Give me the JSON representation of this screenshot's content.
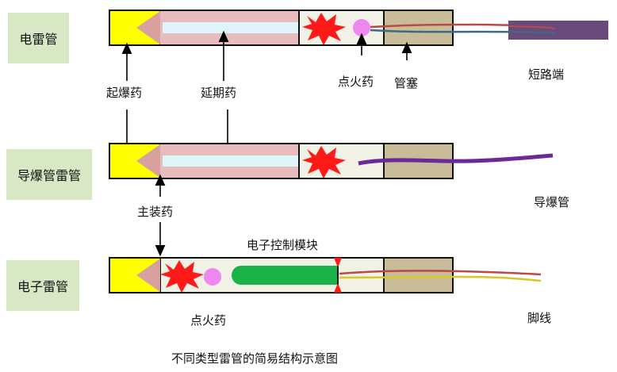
{
  "types": {
    "electric": "电雷管",
    "shock_tube": "导爆管雷管",
    "electronic": "电子雷管"
  },
  "labels": {
    "initiating_charge": "起爆药",
    "delay_charge": "延期药",
    "ignition_charge_top": "点火药",
    "plug": "管塞",
    "short_circuit_end": "短路端",
    "shock_tube": "导爆管",
    "main_charge": "主装药",
    "electronic_module": "电子控制模块",
    "ignition_charge_bottom": "点火药",
    "leg_wire": "脚线"
  },
  "caption": "不同类型雷管的简易结构示意图",
  "colors": {
    "shell": "#f1f1e6",
    "primary": "#ffff00",
    "cone": "#d9a0a0",
    "delay": "#e7bcbc",
    "delay_core": "#dff4f9",
    "flash": "#ff1a1a",
    "bead": "#ee88ee",
    "plug": "#c8bd98",
    "wire_red": "#b94a4a",
    "wire_blue": "#3a6a8a",
    "wire_yellow": "#d6c82a",
    "short_end": "#6a4a7a",
    "shock_tube": "#6a2a9a",
    "module": "#1bb24a",
    "tag_bg": "#d9e8c4"
  }
}
